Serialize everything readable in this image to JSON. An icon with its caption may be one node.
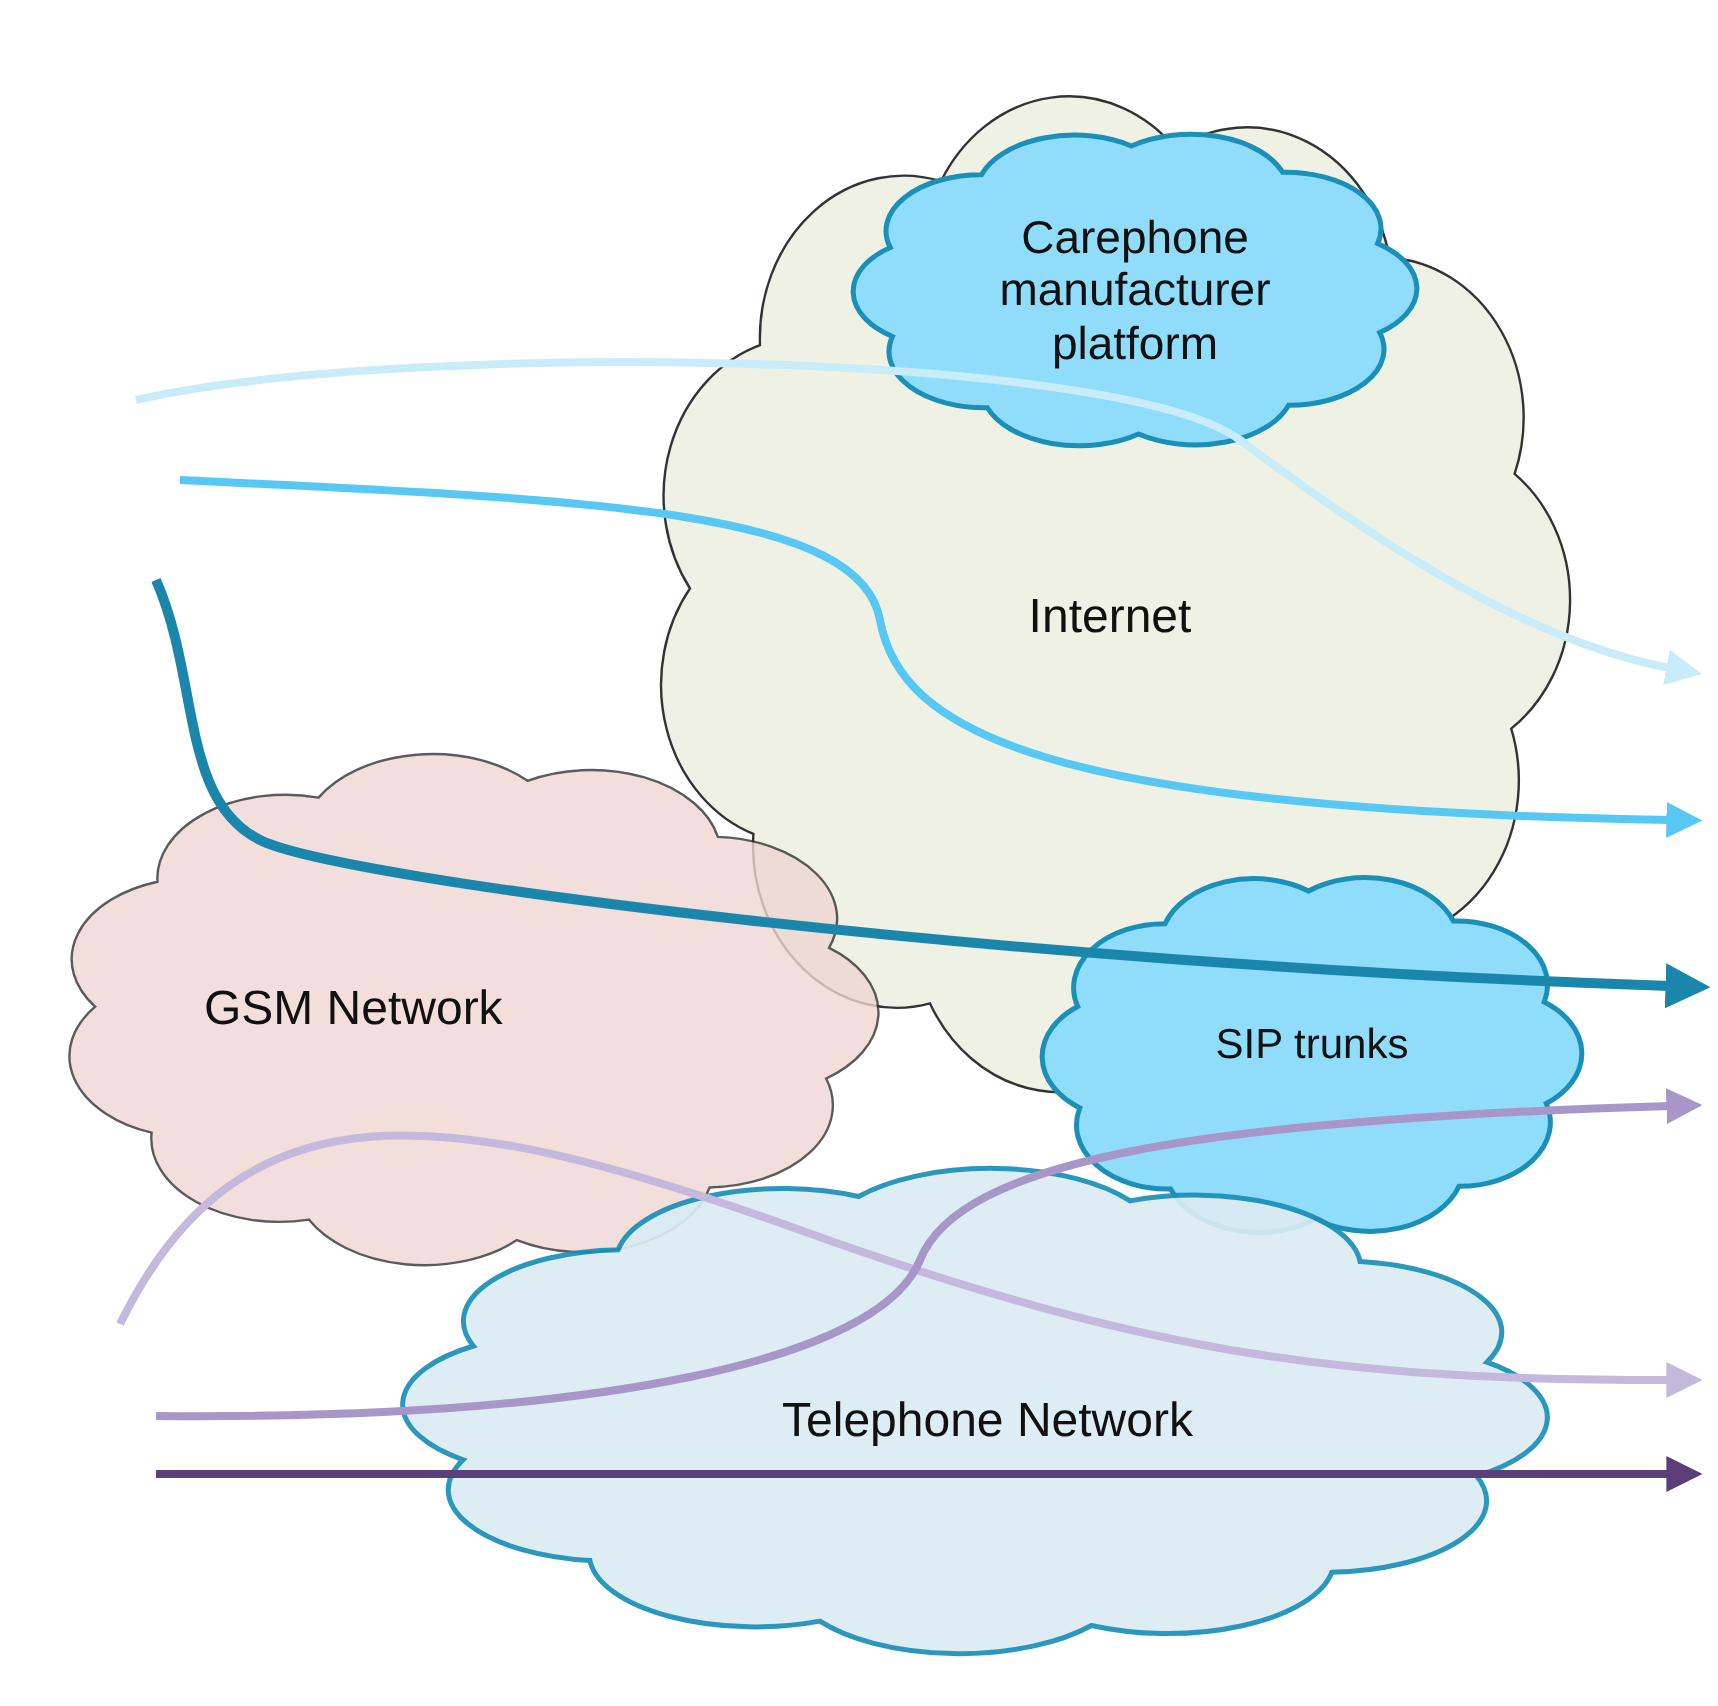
{
  "diagram": {
    "nodes": [
      {
        "text": [
          "Internet"
        ]
      },
      {
        "text": [
          "Carephone manufacturer platform"
        ],
        "in": 0
      },
      {
        "text": [
          "GSM Network"
        ]
      },
      {
        "text": [
          "SIP trunks"
        ]
      },
      {
        "text": [
          "Telephone Network"
        ]
      }
    ]
  }
}
